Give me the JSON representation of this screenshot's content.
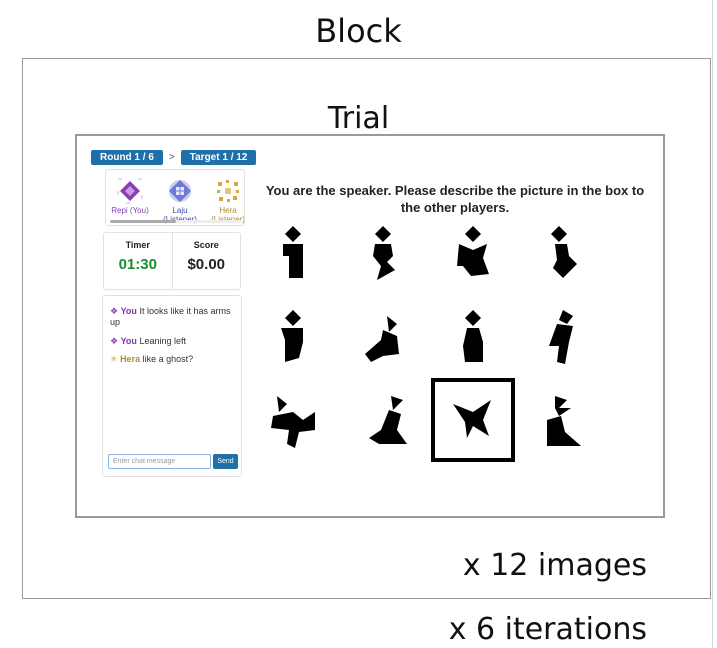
{
  "diagram": {
    "block_label": "Block",
    "trial_label": "Trial",
    "images_multiplier": "x 12 images",
    "iterations_multiplier": "x 6 iterations"
  },
  "header": {
    "round": "Round 1 / 6",
    "separator": ">",
    "target": "Target 1 / 12"
  },
  "players": [
    {
      "name": "Repi (You)",
      "color": "#8a3fb0"
    },
    {
      "name": "Laju\n(Listener)",
      "color": "#3c4bb4"
    },
    {
      "name": "Hera\n(Listener)",
      "color": "#b58a2c"
    }
  ],
  "stats": {
    "timer_label": "Timer",
    "timer_value": "01:30",
    "score_label": "Score",
    "score_value": "$0.00"
  },
  "chat": {
    "messages": [
      {
        "who": "You",
        "text": " It looks like it has arms up"
      },
      {
        "who": "You",
        "text": " Leaning left"
      },
      {
        "who": "Hera",
        "text": " like a ghost?"
      }
    ],
    "placeholder": "Enter chat message",
    "send_label": "Send"
  },
  "instruction": "You are the speaker. Please describe the picture in the box to the other players.",
  "grid": {
    "count": 12,
    "selected_index": 10
  }
}
